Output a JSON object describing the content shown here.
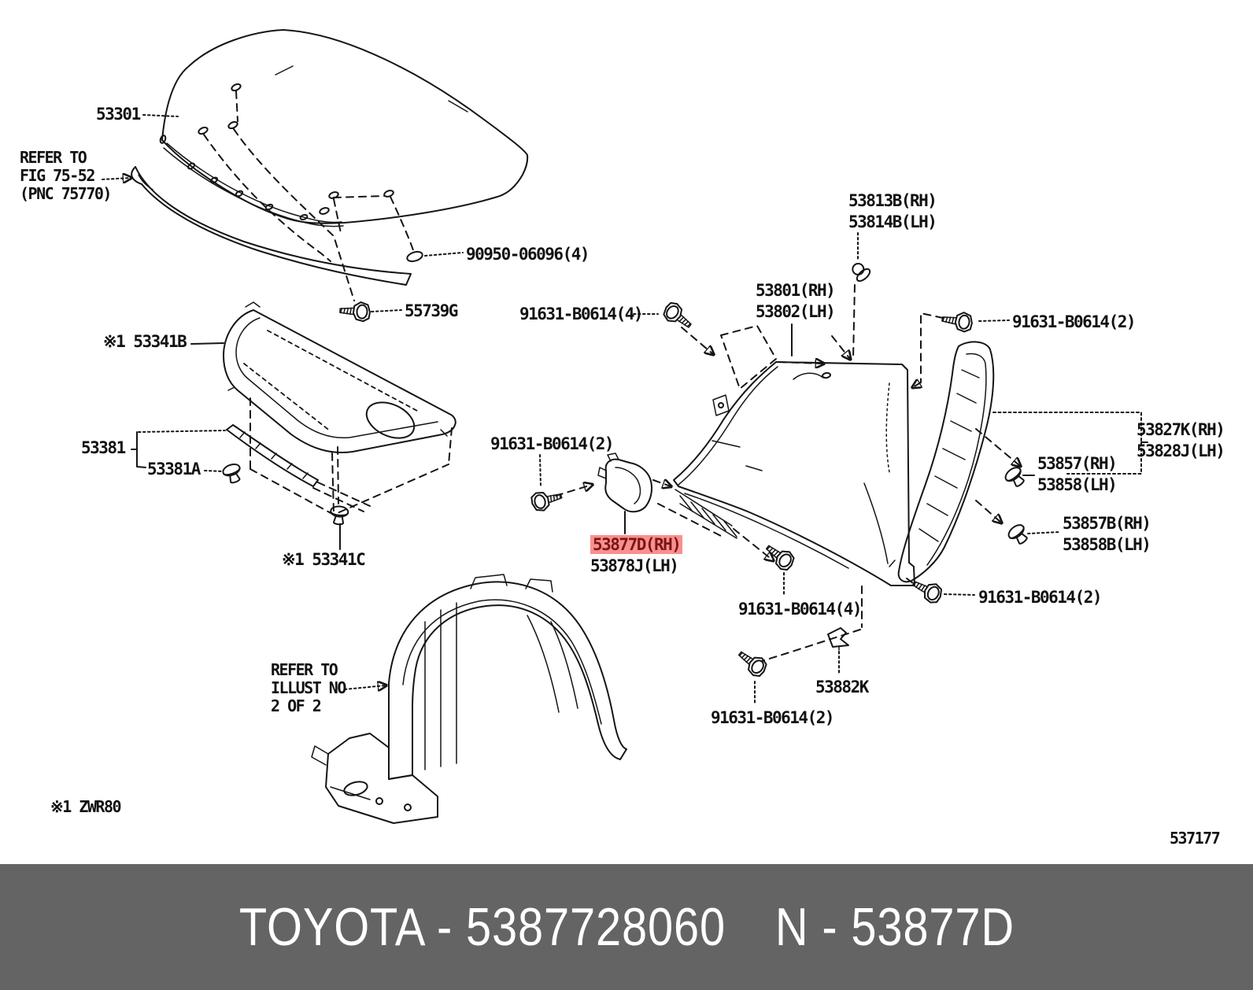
{
  "parts_diagram": {
    "figure_code": "537177",
    "footnote": "※1 ZWR80",
    "callouts": {
      "hood": "53301",
      "refer_fig_line1": "REFER TO",
      "refer_fig_line2": "FIG 75-52",
      "refer_fig_line3": "(PNC 75770)",
      "hood_clip": "90950-06096(4)",
      "hood_bolt": "55739G",
      "insulator": "※1 53341B",
      "seal": "53381",
      "seal_clip": "53381A",
      "insulator_clip": "※1 53341C",
      "fender_bolt_top": "91631-B0614(4)",
      "fender_line1": "53801(RH)",
      "fender_line2": "53802(LH)",
      "cushion_line1": "53813B(RH)",
      "cushion_line2": "53814B(LH)",
      "brace_bolt_top": "91631-B0614(2)",
      "brace_line1": "53827K(RH)",
      "brace_line2": "53828J(LH)",
      "pad_line1": "53857(RH)",
      "pad_line2": "53858(LH)",
      "pad_b_line1": "53857B(RH)",
      "pad_b_line2": "53858B(LH)",
      "brace_bolt_bottom": "91631-B0614(2)",
      "protector_bolt": "91631-B0614(2)",
      "protector_line1": "53877D(RH)",
      "protector_line2": "53878J(LH)",
      "fender_bolt_bottom": "91631-B0614(4)",
      "retainer": "53882K",
      "liner_bolt": "91631-B0614(2)",
      "refer_illust_line1": "REFER TO",
      "refer_illust_line2": "ILLUST NO",
      "refer_illust_line3": "2 OF 2"
    },
    "highlight": {
      "bg": "#F8908F",
      "fg": "#7D1517"
    }
  },
  "banner": {
    "left_text": "TOYOTA - 5387728060",
    "right_text": "N - 53877D",
    "bg": "#646464",
    "fg": "#FFFFFF"
  }
}
